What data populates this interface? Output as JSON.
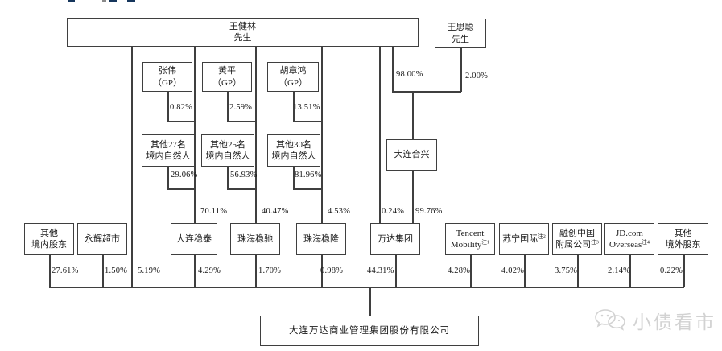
{
  "nodes": {
    "wang_jianlin": {
      "lines": [
        "王健林",
        "先生"
      ]
    },
    "wang_sicong": {
      "lines": [
        "王思聪",
        "先生"
      ]
    },
    "zhang_wei": {
      "lines": [
        "张伟",
        "（GP）"
      ]
    },
    "huang_ping": {
      "lines": [
        "黄平",
        "（GP）"
      ]
    },
    "hu_zhanghong": {
      "lines": [
        "胡章鸿",
        "（GP）"
      ]
    },
    "other_27_domestic_individuals": {
      "lines": [
        "其他27名",
        "境内自然人"
      ]
    },
    "other_25_domestic_individuals": {
      "lines": [
        "其他25名",
        "境内自然人"
      ]
    },
    "other_30_domestic_individuals": {
      "lines": [
        "其他30名",
        "境内自然人"
      ]
    },
    "dalian_hexing": {
      "lines": [
        "大连合兴"
      ]
    },
    "other_domestic_shareholders": {
      "lines": [
        "其他",
        "境内股东"
      ]
    },
    "yonghui_superstores": {
      "lines": [
        "永辉超市"
      ]
    },
    "dalian_wentai": {
      "lines": [
        "大连稳泰"
      ]
    },
    "zhuhai_wenchi": {
      "lines": [
        "珠海稳驰"
      ]
    },
    "zhuhai_wenlong": {
      "lines": [
        "珠海稳隆"
      ]
    },
    "wanda_group": {
      "lines": [
        "万达集团"
      ]
    },
    "tencent_mobility": {
      "lines": [
        "Tencent",
        "Mobility"
      ],
      "sup": "注1"
    },
    "suning_international": {
      "lines": [
        "苏宁国际"
      ],
      "sup": "注2"
    },
    "sunac_china_subsidiary": {
      "lines": [
        "融创中国",
        "附属公司"
      ],
      "sup": "注3"
    },
    "jd_overseas": {
      "lines": [
        "JD.com",
        "Overseas"
      ],
      "sup": "注4"
    },
    "other_overseas_shareholders": {
      "lines": [
        "其他",
        "境外股东"
      ]
    },
    "company": {
      "lines": [
        "大连万达商业管理集团股份有限公司"
      ]
    }
  },
  "ownership_percentages": {
    "wang_jianlin_in_dalian_hexing": "98.00%",
    "wang_sicong_in_dalian_hexing": "2.00%",
    "zhang_wei_in_dalian_wentai": "0.82%",
    "huang_ping_in_zhuhai_wenchi": "2.59%",
    "hu_zhanghong_in_zhuhai_wenlong": "13.51%",
    "other27_in_dalian_wentai": "29.06%",
    "other25_in_zhuhai_wenchi": "56.93%",
    "other30_in_zhuhai_wenlong": "81.96%",
    "wang_jianlin_in_dalian_wentai": "70.11%",
    "wang_jianlin_in_zhuhai_wenchi": "40.47%",
    "wang_jianlin_in_zhuhai_wenlong": "4.53%",
    "wang_jianlin_in_wanda_group": "0.24%",
    "dalian_hexing_in_wanda_group": "99.76%",
    "other_domestic_in_company": "27.61%",
    "yonghui_in_company": "1.50%",
    "wang_jianlin_in_company": "5.19%",
    "dalian_wentai_in_company": "4.29%",
    "zhuhai_wenchi_in_company": "1.70%",
    "zhuhai_wenlong_in_company": "0.98%",
    "wanda_group_in_company": "44.31%",
    "tencent_in_company": "4.28%",
    "suning_in_company": "4.02%",
    "sunac_in_company": "3.75%",
    "jd_in_company": "2.14%",
    "other_overseas_in_company": "0.22%"
  },
  "watermark": {
    "text": "小债看市",
    "icon": "wechat-chat-bubbles-icon"
  },
  "colors": {
    "line": "#3f3f3f",
    "watermark": "#d2d2d2",
    "heading_fragment": "#16365c"
  }
}
